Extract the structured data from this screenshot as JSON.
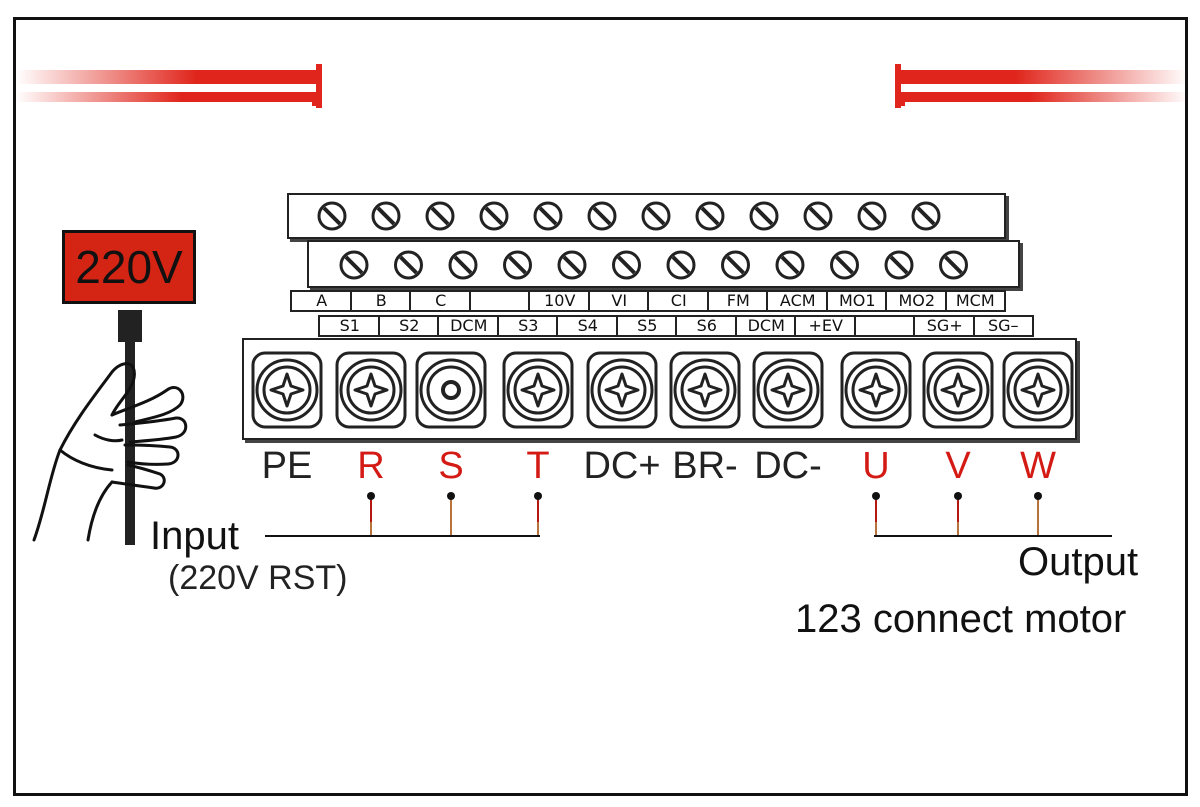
{
  "voltage_badge": {
    "text": "220V",
    "bg_color": "#d42414",
    "text_color": "#111111"
  },
  "accent_color": "#e0261c",
  "label_colors": {
    "default": "#222222",
    "highlight": "#d41a14"
  },
  "control_upper_labels": [
    "A",
    "B",
    "C",
    "",
    "10V",
    "VI",
    "CI",
    "FM",
    "ACM",
    "MO1",
    "MO2",
    "MCM"
  ],
  "control_lower_labels": [
    "S1",
    "S2",
    "DCM",
    "S3",
    "S4",
    "S5",
    "S6",
    "DCM",
    "+EV",
    "",
    "SG+",
    "SG–"
  ],
  "terminals": [
    {
      "label": "PE",
      "highlight": false,
      "screw": "phillips"
    },
    {
      "label": "R",
      "highlight": true,
      "screw": "phillips"
    },
    {
      "label": "S",
      "highlight": true,
      "screw": "round"
    },
    {
      "label": "T",
      "highlight": true,
      "screw": "phillips"
    },
    {
      "label": "DC+",
      "highlight": false,
      "screw": "phillips"
    },
    {
      "label": "BR-",
      "highlight": false,
      "screw": "phillips"
    },
    {
      "label": "DC-",
      "highlight": false,
      "screw": "phillips"
    },
    {
      "label": "U",
      "highlight": true,
      "screw": "phillips"
    },
    {
      "label": "V",
      "highlight": true,
      "screw": "phillips"
    },
    {
      "label": "W",
      "highlight": true,
      "screw": "phillips"
    }
  ],
  "input": {
    "title": "Input",
    "subtitle": "(220V RST)"
  },
  "output": {
    "title": "Output",
    "subtitle": "123 connect motor"
  }
}
